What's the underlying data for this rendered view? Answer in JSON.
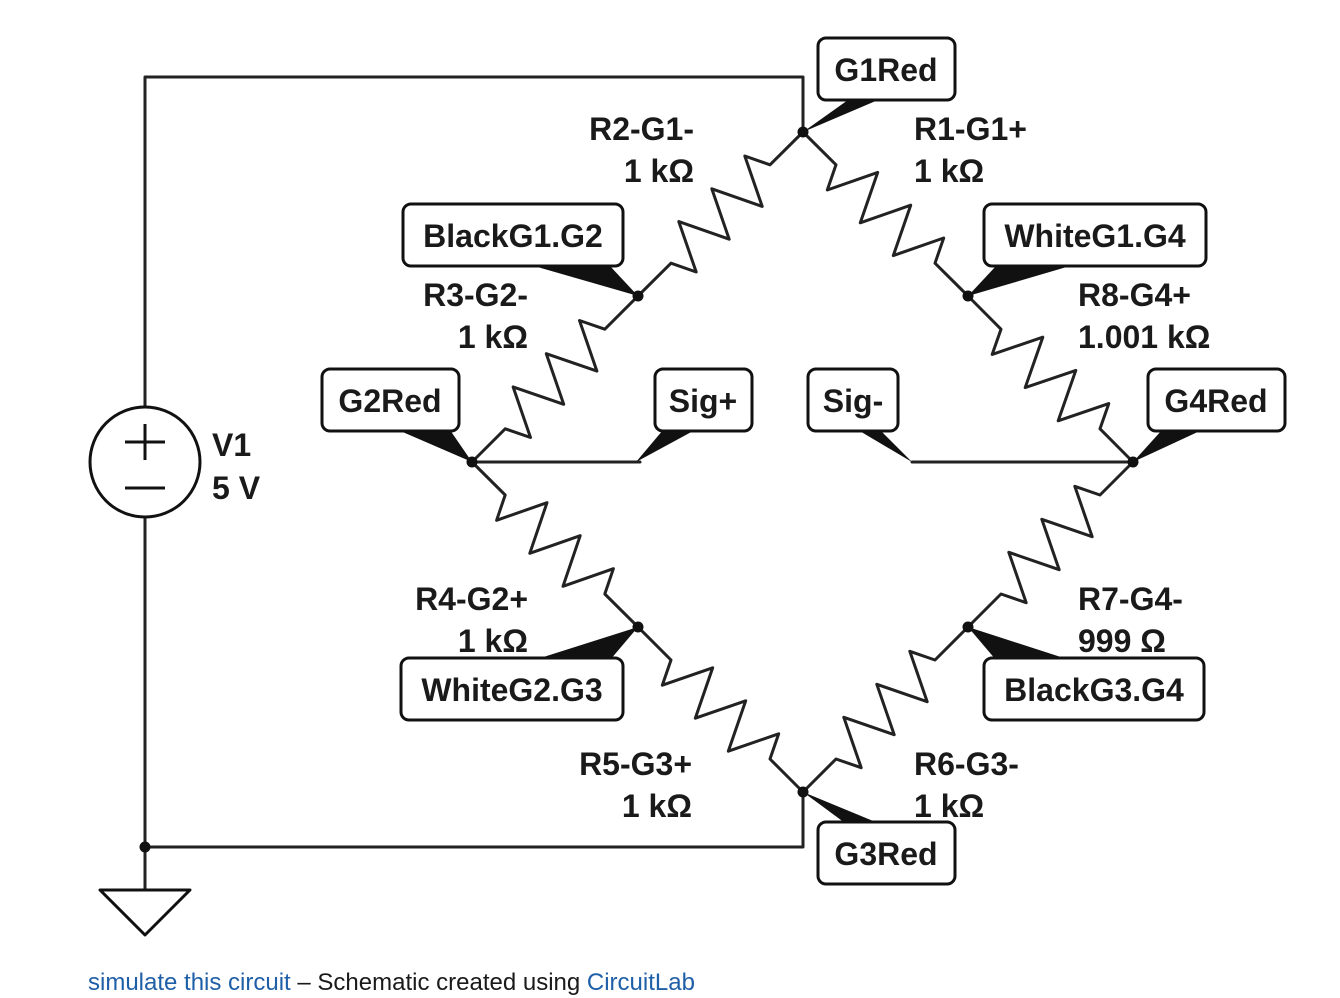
{
  "source": {
    "label": "V1",
    "value": "5 V"
  },
  "resistors": [
    {
      "name": "R1-G1+",
      "value": "1 kΩ"
    },
    {
      "name": "R2-G1-",
      "value": "1 kΩ"
    },
    {
      "name": "R3-G2-",
      "value": "1 kΩ"
    },
    {
      "name": "R4-G2+",
      "value": "1 kΩ"
    },
    {
      "name": "R5-G3+",
      "value": "1 kΩ"
    },
    {
      "name": "R6-G3-",
      "value": "1 kΩ"
    },
    {
      "name": "R7-G4-",
      "value": "999 Ω"
    },
    {
      "name": "R8-G4+",
      "value": "1.001 kΩ"
    }
  ],
  "net_labels": {
    "g1red": "G1Red",
    "blackg1g2": "BlackG1.G2",
    "whiteg1g4": "WhiteG1.G4",
    "g2red": "G2Red",
    "sig_plus": "Sig+",
    "sig_minus": "Sig-",
    "g4red": "G4Red",
    "whiteg2g3": "WhiteG2.G3",
    "blackg3g4": "BlackG3.G4",
    "g3red": "G3Red"
  },
  "caption": {
    "link1": "simulate this circuit",
    "middle": " – Schematic created using ",
    "link2": "CircuitLab"
  }
}
